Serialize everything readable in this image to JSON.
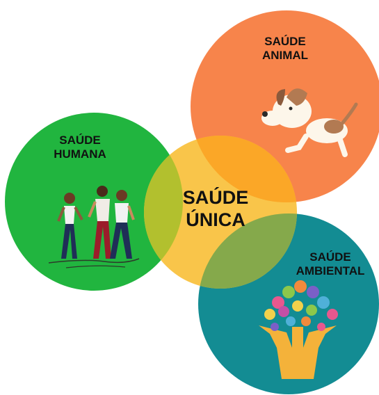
{
  "diagram": {
    "circles": [
      {
        "id": "human",
        "line1": "SAÚDE",
        "line2": "HUMANA",
        "color": "#21b53f"
      },
      {
        "id": "animal",
        "line1": "SAÚDE",
        "line2": "ANIMAL",
        "color": "#f7844b"
      },
      {
        "id": "environment",
        "line1": "SAÚDE",
        "line2": "AMBIENTAL",
        "color": "#138c93"
      },
      {
        "id": "center",
        "line1": "SAÚDE",
        "line2": "ÚNICA",
        "color": "#f9c54a"
      }
    ],
    "overlap_colors": {
      "human_center": "#b2c02e",
      "animal_center": "#fba727",
      "environment_center": "#85a94b"
    },
    "icons": [
      "people-walking-icon",
      "dog-icon",
      "tree-hands-icon"
    ]
  }
}
